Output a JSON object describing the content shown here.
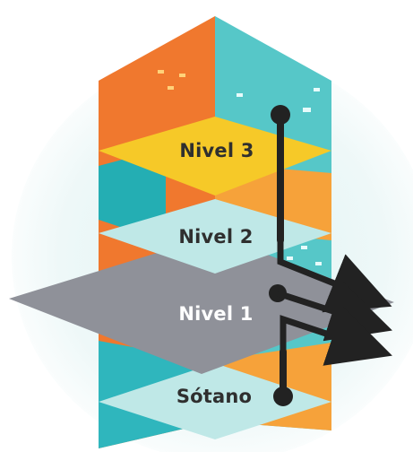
{
  "levels": {
    "nivel3": "Nivel 3",
    "nivel2": "Nivel 2",
    "nivel1": "Nivel 1",
    "sotano": "Sótano"
  },
  "colors": {
    "background_glow": "#dff2f2",
    "orange": "#f0782e",
    "orange_light": "#f6a23a",
    "teal": "#2fb6bd",
    "teal_light": "#55c7c8",
    "pale_teal": "#bfe8e7",
    "yellow": "#f6c928",
    "gray_plane": "#8f9199",
    "dark": "#222222"
  }
}
